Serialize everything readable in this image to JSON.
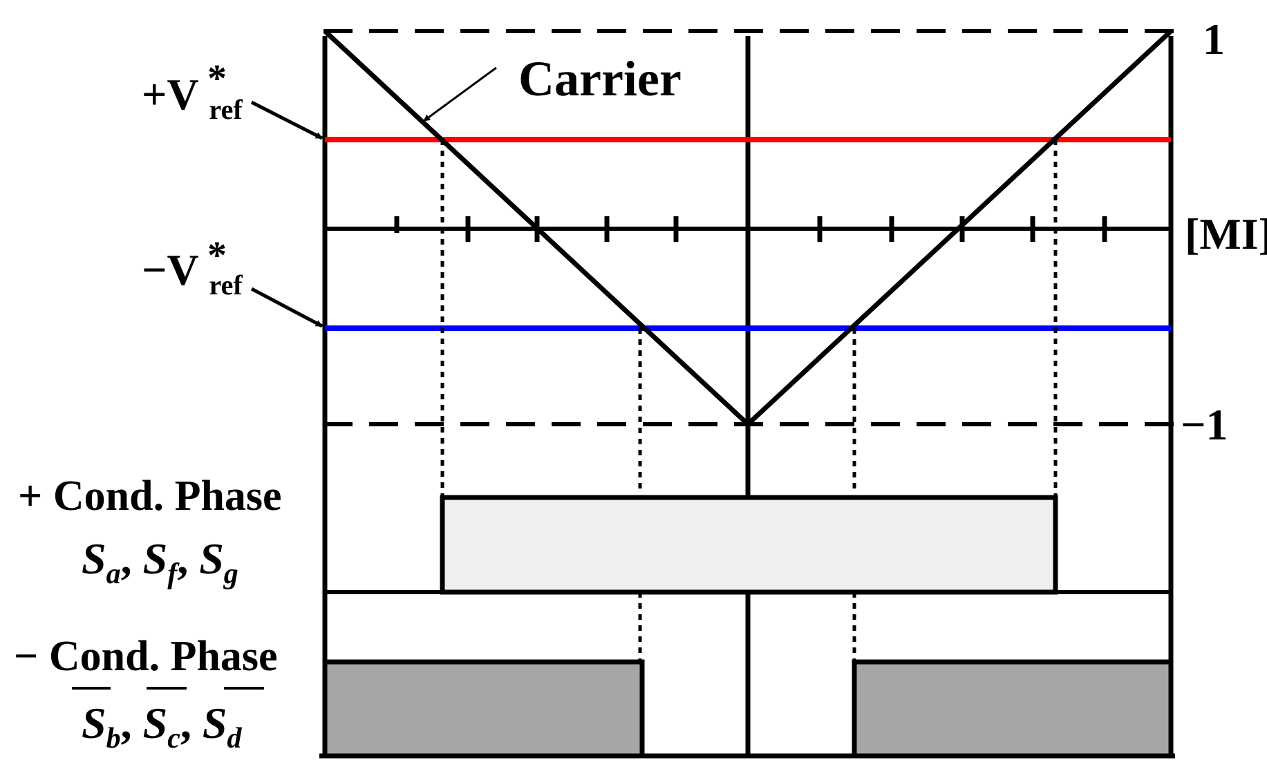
{
  "labels": {
    "top_value": "1",
    "bottom_value": "−1",
    "axis_label": "[MI]",
    "carrier": "Carrier",
    "pos_ref_sign": "+V",
    "neg_ref_sign": "−V",
    "ref_sup": "*",
    "ref_sub": "ref",
    "pos_phase_title": "+ Cond. Phase",
    "neg_phase_title": "− Cond. Phase",
    "pos_switches": [
      {
        "base": "S",
        "sub": "a"
      },
      {
        "base": "S",
        "sub": "f"
      },
      {
        "base": "S",
        "sub": "g"
      }
    ],
    "neg_switches": [
      {
        "base": "S",
        "sub": "b"
      },
      {
        "base": "S",
        "sub": "c"
      },
      {
        "base": "S",
        "sub": "d"
      }
    ],
    "separator": ","
  },
  "colors": {
    "pos_ref": "#ff0000",
    "neg_ref": "#0000ff",
    "pos_pulse_fill": "#f0f0f0",
    "neg_pulse_fill": "#a6a6a6",
    "stroke": "#000000"
  },
  "values": {
    "pos_ref_level": 0.45,
    "neg_ref_level": -0.52
  }
}
